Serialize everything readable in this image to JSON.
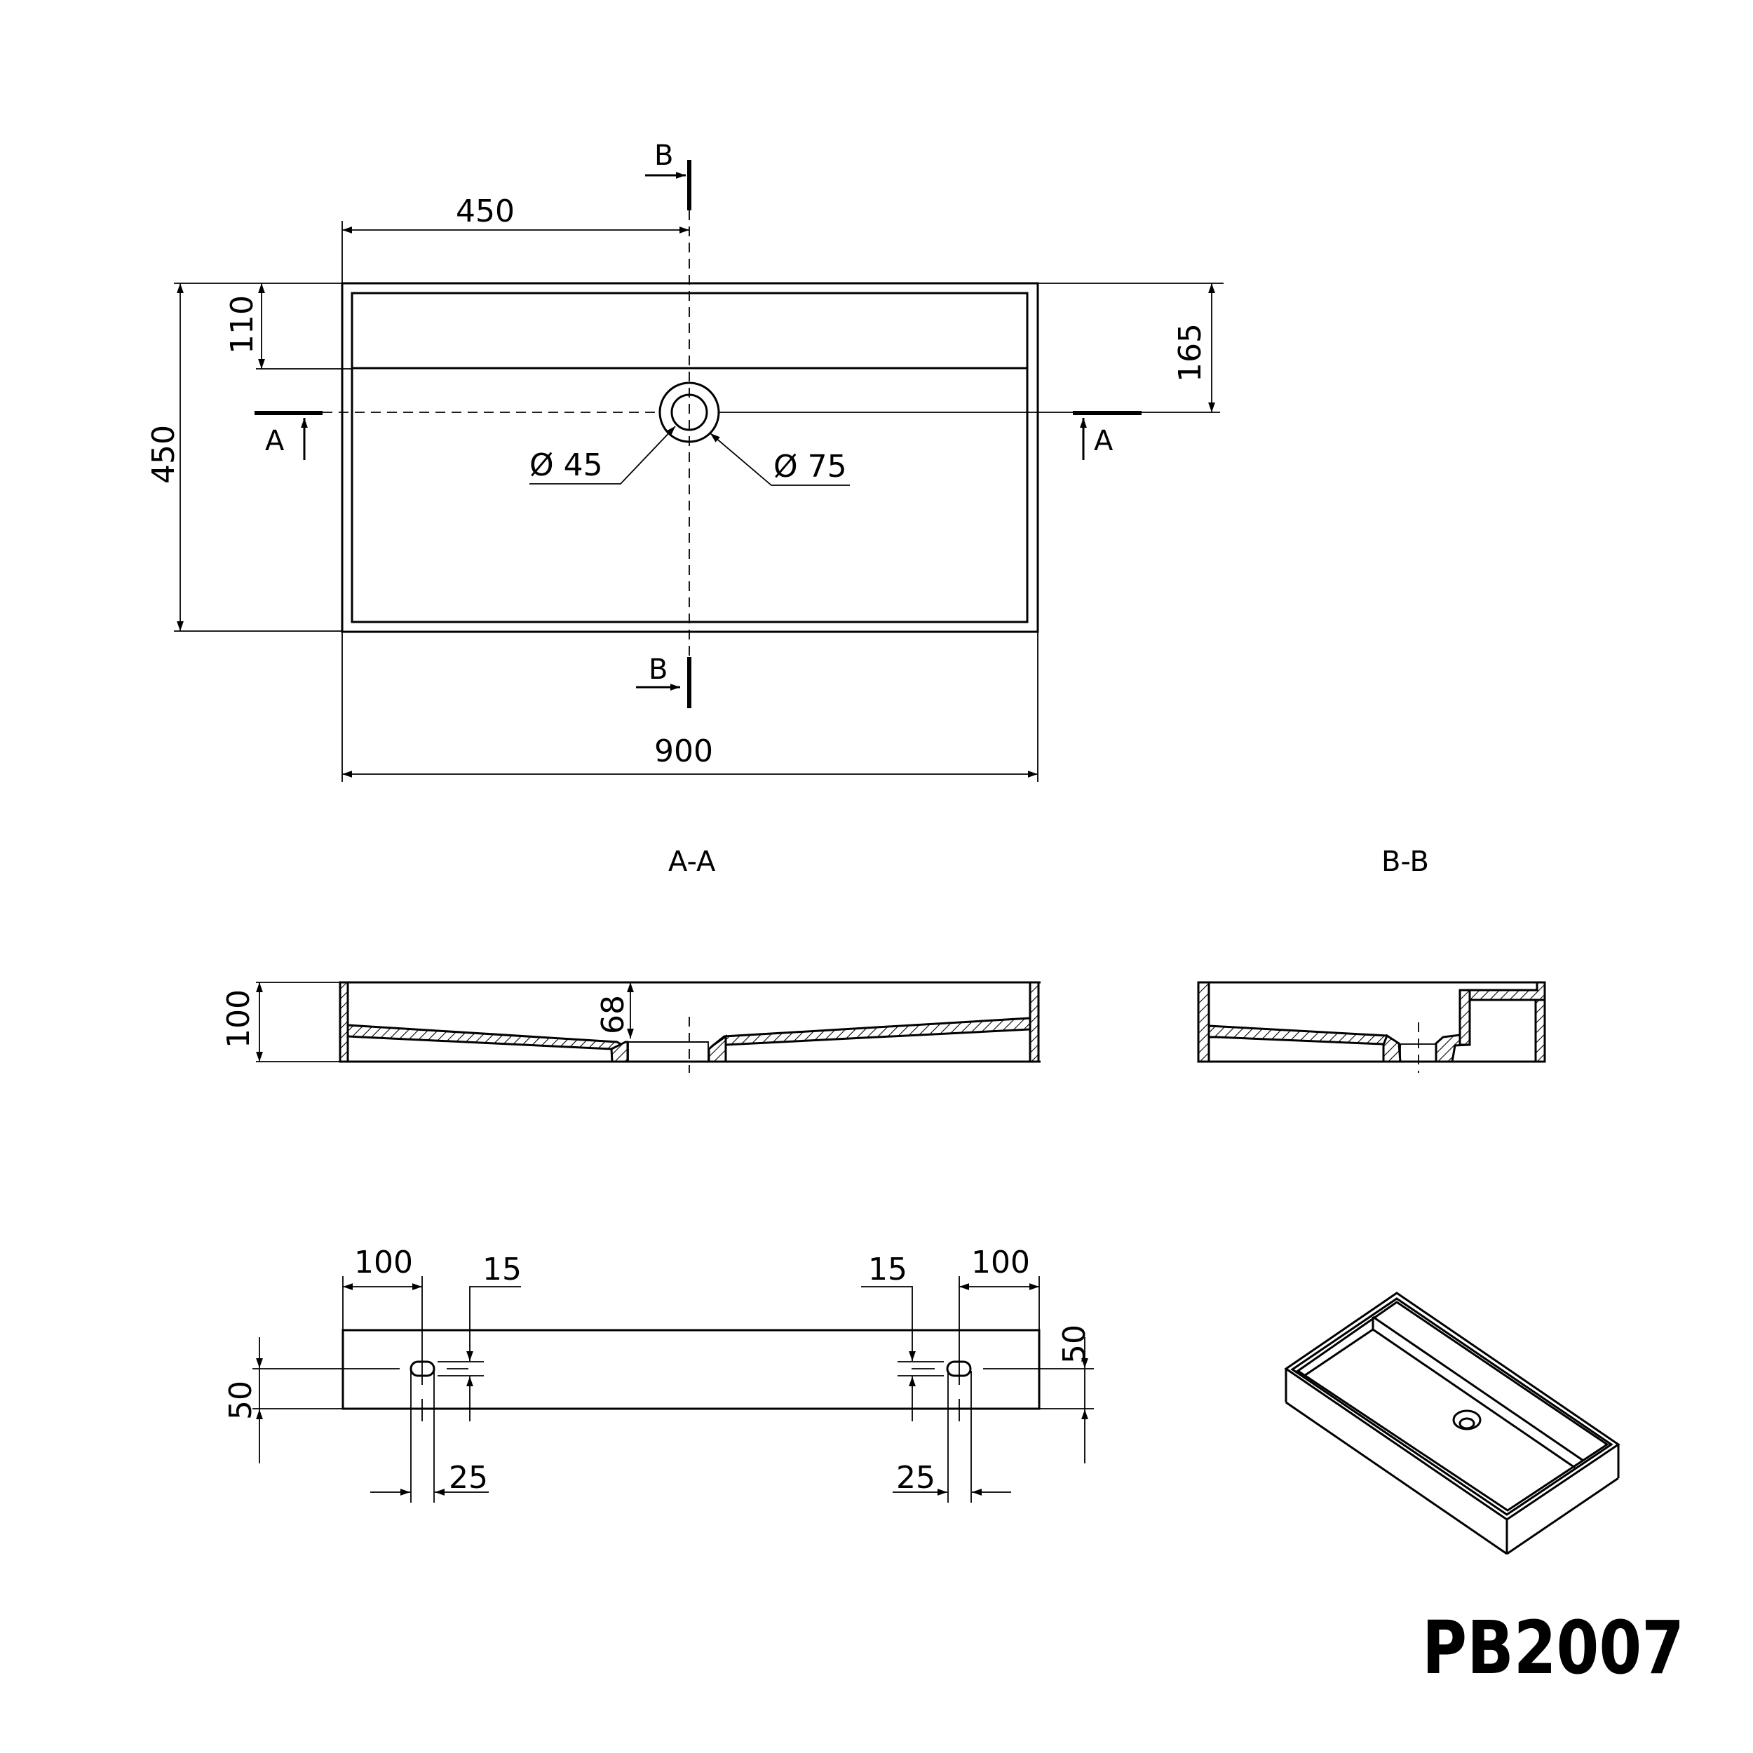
{
  "drawing": {
    "model": "PB2007",
    "units": "mm",
    "background": "#ffffff",
    "line_color": "#000000"
  },
  "plan_view": {
    "dims": {
      "width": "900",
      "depth": "450",
      "drain_offset_x": "450",
      "ledge_depth": "110",
      "drain_offset_y": "165",
      "drain_inner_diameter": "Ø 45",
      "drain_outer_diameter": "Ø 75"
    },
    "section_markers": {
      "a_left": "A",
      "a_right": "A",
      "b_top": "B",
      "b_bottom": "B"
    }
  },
  "section_aa": {
    "label": "A-A",
    "dims": {
      "height": "100",
      "drain_depth": "68"
    }
  },
  "section_bb": {
    "label": "B-B"
  },
  "back_view": {
    "dims": {
      "left_offset": "100",
      "right_offset": "100",
      "left_slot_height": "15",
      "right_slot_height": "15",
      "left_slot_width": "25",
      "right_slot_width": "25",
      "left_slot_elevation": "50",
      "right_slot_elevation": "50"
    }
  },
  "isometric_view": {
    "description": "3D view of basin with rear ledge and central drain"
  }
}
